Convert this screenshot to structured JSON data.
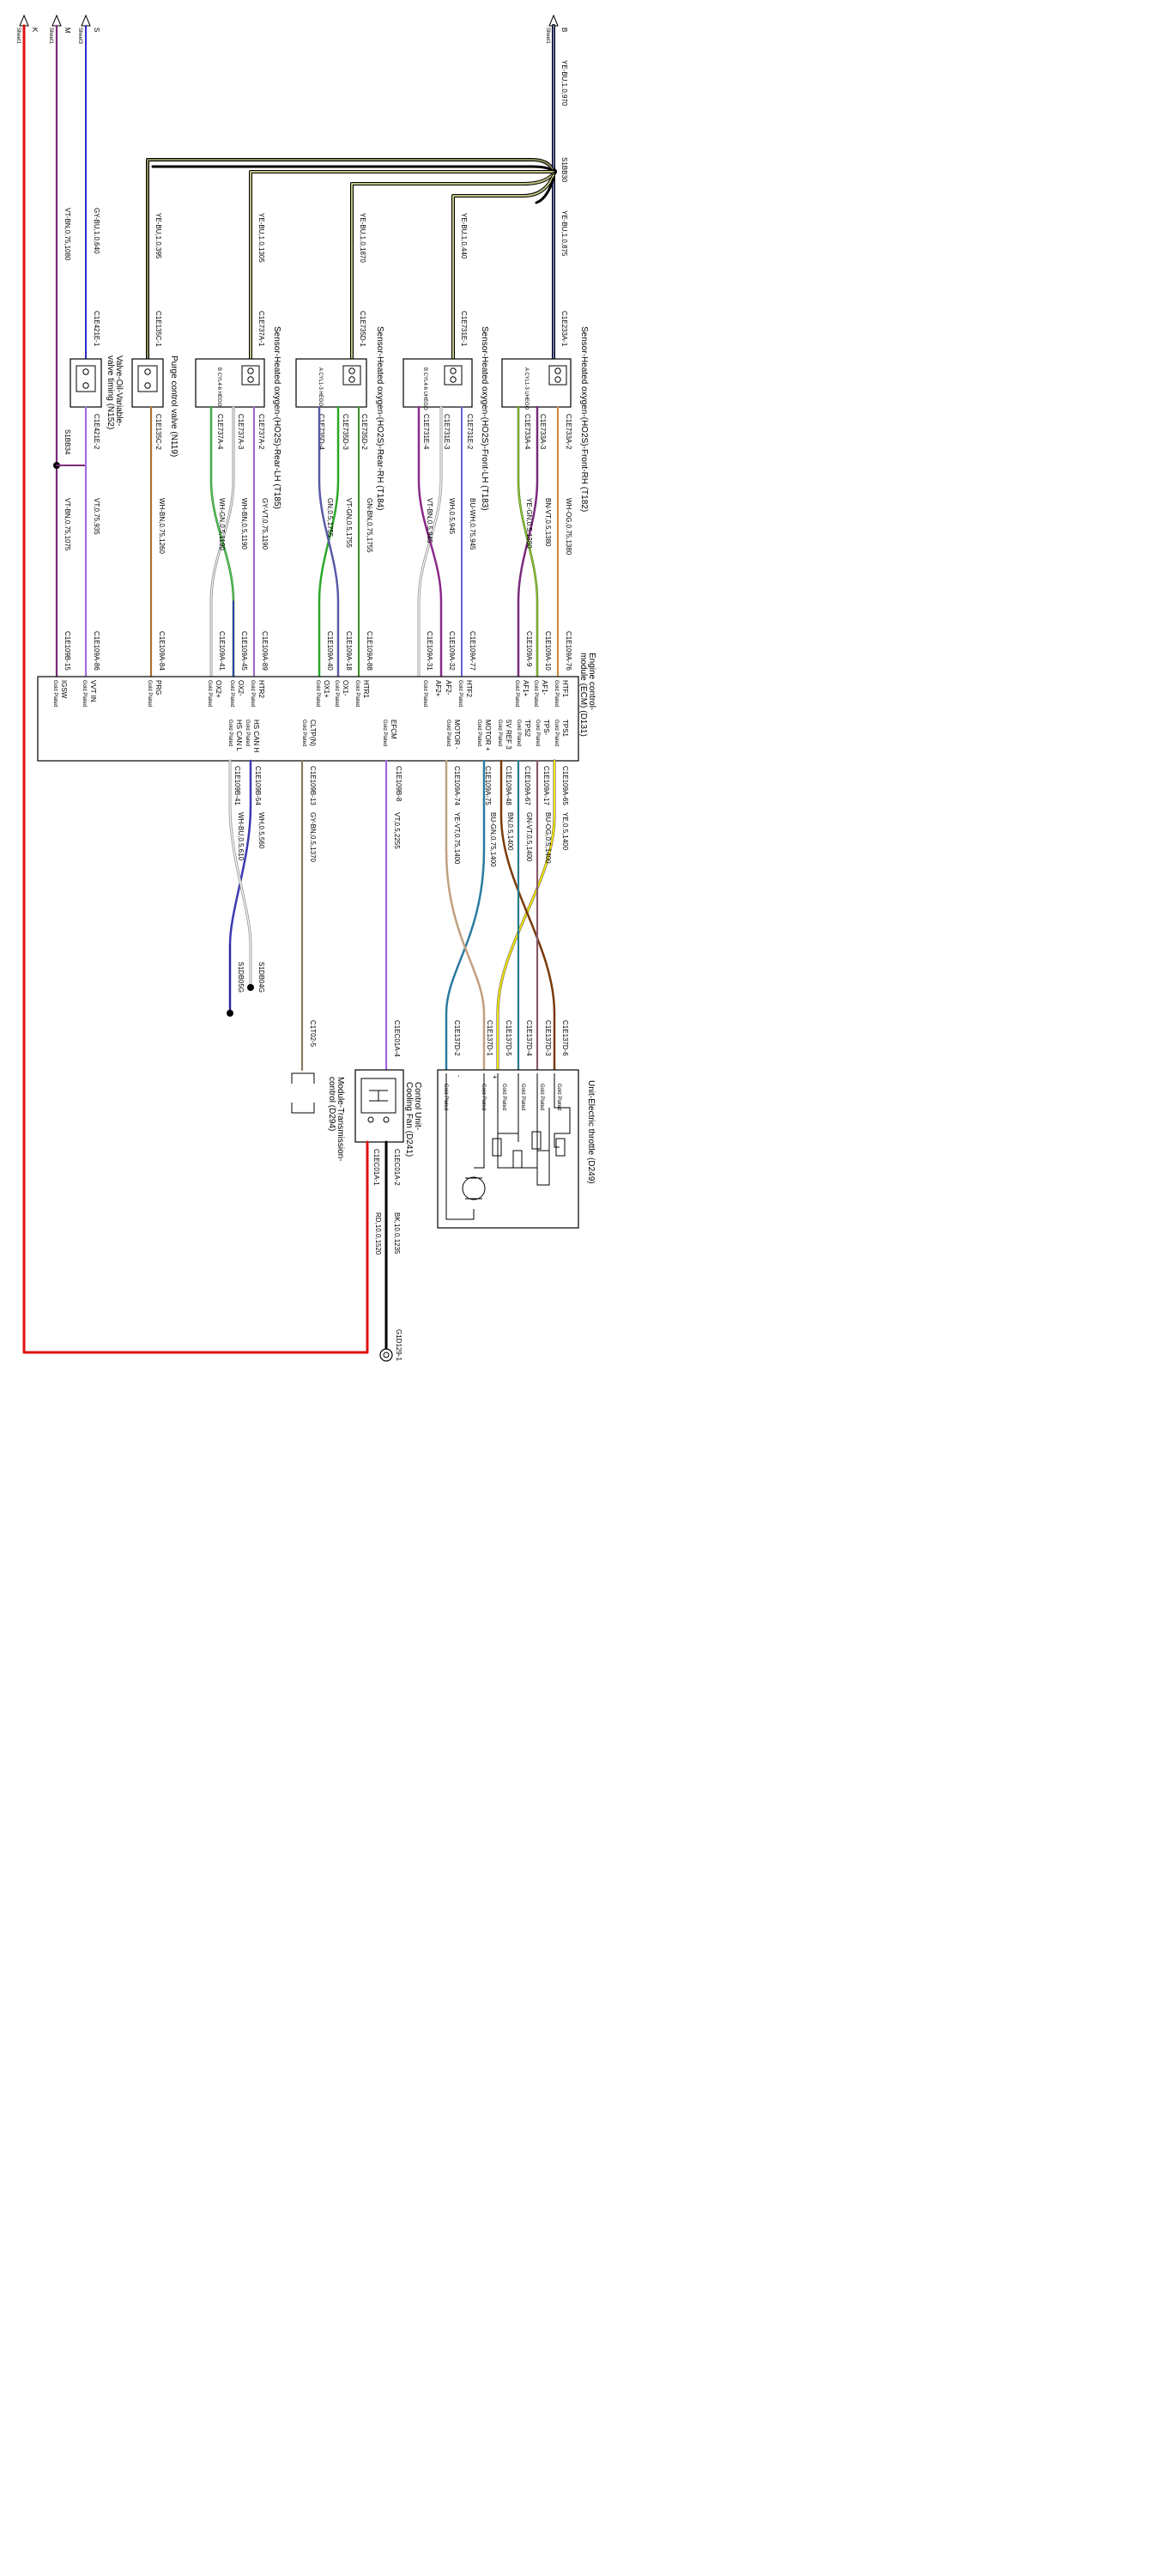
{
  "sheet_refs": [
    {
      "letter": "B",
      "label": "Sheet1"
    },
    {
      "letter": "S",
      "label": "Sheet3"
    },
    {
      "letter": "M",
      "label": "Sheet1"
    },
    {
      "letter": "K",
      "label": "Sheet1"
    }
  ],
  "splices": [
    "S1BB30",
    "S1BB34",
    "S1DB04G",
    "S1DB05G"
  ],
  "ground": "G1D129-1",
  "wires": {
    "b_in": "YE-BU,1.0,970",
    "hego_rear": "YE-BU,1.0,1305",
    "o2_rear_rh": "YE-BU,1.0,1870",
    "o2_front_lh": "YE-BU,1.0,440",
    "o2_front_rh": "YE-BU,1.0,875",
    "purge_feed": "YE-BU,1.0,395",
    "vct_feed": "GY-BU,1.0,640",
    "m_feed": "VT-BN,0.75,1080",
    "fr_htr": "WH-OG,0.75,1380",
    "fr_pair1": "BN-VT,0.5,1380",
    "fr_pair2": "YE-GN,0.5,1380",
    "flh_htr": "BU-WH,0.75,945",
    "flh_pair1": "WH,0.5,945",
    "flh_pair2": "VT-BN,0.5,945",
    "rrh_htr": "GN-BN,0.75,1755",
    "rrh_pair1": "VT-GN,0.5,1755",
    "rrh_pair2": "GN,0.5,1755",
    "rlh_htr": "GY-VT,0.75,1190",
    "rlh_pair1": "WH-BN,0.5,1190",
    "rlh_pair2": "WH-GN,0.5,1190",
    "purge_out": "WH-BN,0.75,1260",
    "vct_out": "VT,0.75,935",
    "igsw": "VT-BN,0.75,1075",
    "tps1": "YE,0.5,1400",
    "tps_gnd": "BU-OG,0.5,1400",
    "tps2": "GN-VT,0.5,1400",
    "ref5v": "BN,0.5,1400",
    "motor_p": "BU-GN,0.75,1400",
    "motor_m": "YE-VT,0.75,1400",
    "efcm": "VT,0.5,2255",
    "cltp": "GY-BN,0.5,1370",
    "can_h": "WH,0.5,560",
    "can_l": "WH-BU,0.5,610",
    "fan_gnd": "BK,10.0,1235",
    "fan_pwr": "RD,10.0,1520"
  },
  "pins": {
    "c1e233a1": "C1E233A-1",
    "c1e731e1": "C1E731E-1",
    "c1e735d1": "C1E735D-1",
    "c1e737a1": "C1E737A-1",
    "c1e135c1": "C1E135C-1",
    "c1e421e1": "C1E421E-1",
    "c1e733a2": "C1E733A-2",
    "c1e733a3": "C1E733A-3",
    "c1e733a4": "C1E733A-4",
    "c1e731e2": "C1E731E-2",
    "c1e731e3": "C1E731E-3",
    "c1e731e4": "C1E731E-4",
    "c1e735d2": "C1E735D-2",
    "c1e735d3": "C1E735D-3",
    "c1e735d4": "C1E735D-4",
    "c1e737a2": "C1E737A-2",
    "c1e737a3": "C1E737A-3",
    "c1e737a4": "C1E737A-4",
    "c1e135c2": "C1E135C-2",
    "c1e421e2": "C1E421E-2",
    "a76": "C1E109A-76",
    "a10": "C1E109A-10",
    "a9": "C1E109A-9",
    "a77": "C1E109A-77",
    "a32": "C1E109A-32",
    "a31": "C1E109A-31",
    "a88": "C1E109A-88",
    "a18": "C1E109A-18",
    "a40": "C1E109A-40",
    "a89": "C1E109A-89",
    "a45": "C1E109A-45",
    "a41": "C1E109A-41",
    "a84": "C1E109A-84",
    "a86": "C1E109A-86",
    "b15": "C1E109B-15",
    "a65": "C1E109A-65",
    "a17": "C1E109A-17",
    "a67": "C1E109A-67",
    "a48": "C1E109A-48",
    "a75": "C1E109A-75",
    "a74": "C1E109A-74",
    "b8": "C1E109B-8",
    "b13": "C1E109B-13",
    "b54": "C1E109B-54",
    "b41": "C1E109B-41",
    "d6": "C1E137D-6",
    "d3": "C1E137D-3",
    "d4": "C1E137D-4",
    "d5": "C1E137D-5",
    "d1": "C1E137D-1",
    "d2": "C1E137D-2",
    "c1ec01a4": "C1EC01A-4",
    "c1t025": "C1T02-5",
    "c1ec01a2": "C1EC01A-2",
    "c1ec01a1": "C1EC01A-1"
  },
  "components": {
    "o2_front_rh": {
      "title": "Sensor-Heated oxygen-(HO2S)-Front-RH (T182)",
      "inner": "A CYL1-3 UHEGO"
    },
    "o2_front_lh": {
      "title": "Sensor-Heated oxygen-(HO2S)-Front-LH (T183)",
      "inner": "B CYL4-6 UHEGO"
    },
    "o2_rear_rh": {
      "title": "Sensor-Heated oxygen-(HO2S)-Rear-RH (T184)",
      "inner": "A CYL1-3 HEGO"
    },
    "o2_rear_lh": {
      "title": "Sensor-Heated oxygen-(HO2S)-Rear-LH (T185)",
      "inner": "B CYL4-6 HEGO"
    },
    "purge": {
      "title": "Purge control valve (N119)"
    },
    "vct": {
      "title": "Valve-Oil-Variable-valve timing (N152)"
    },
    "ecm": {
      "title": "Engine control-module (ECM) (D131)"
    },
    "throttle": {
      "title": "Unit-Electric throttle (D249)"
    },
    "fan": {
      "title": "Control Unit-Cooling Fan (D241)"
    },
    "tcm": {
      "title": "Module-Transmission-control (D294)"
    }
  },
  "plating": "Gold Plated",
  "ecm_pins": {
    "htf1": "HTF1",
    "af1m": "AF1-",
    "af1p": "AF1+",
    "htf2": "HTF2",
    "af2m": "AF2-",
    "af2p": "AF2+",
    "htr1": "HTR1",
    "ox1m": "OX1-",
    "ox1p": "OX1+",
    "htr2": "HTR2",
    "ox2m": "OX2-",
    "ox2p": "OX2+",
    "prg": "PRG",
    "vvtin": "VVT IN",
    "igsw": "IGSW",
    "tps1": "TPS1",
    "tpsm": "TPS-",
    "tps2": "TPS2",
    "ref": "5V REF 3",
    "motp": "MOTOR +",
    "motm": "MOTOR -",
    "efcm": "EFCM",
    "cltp": "CLTP(N)",
    "canh": "HS CAN H",
    "canl": "HS CAN L"
  },
  "sign_plus": "+",
  "sign_minus": "-"
}
